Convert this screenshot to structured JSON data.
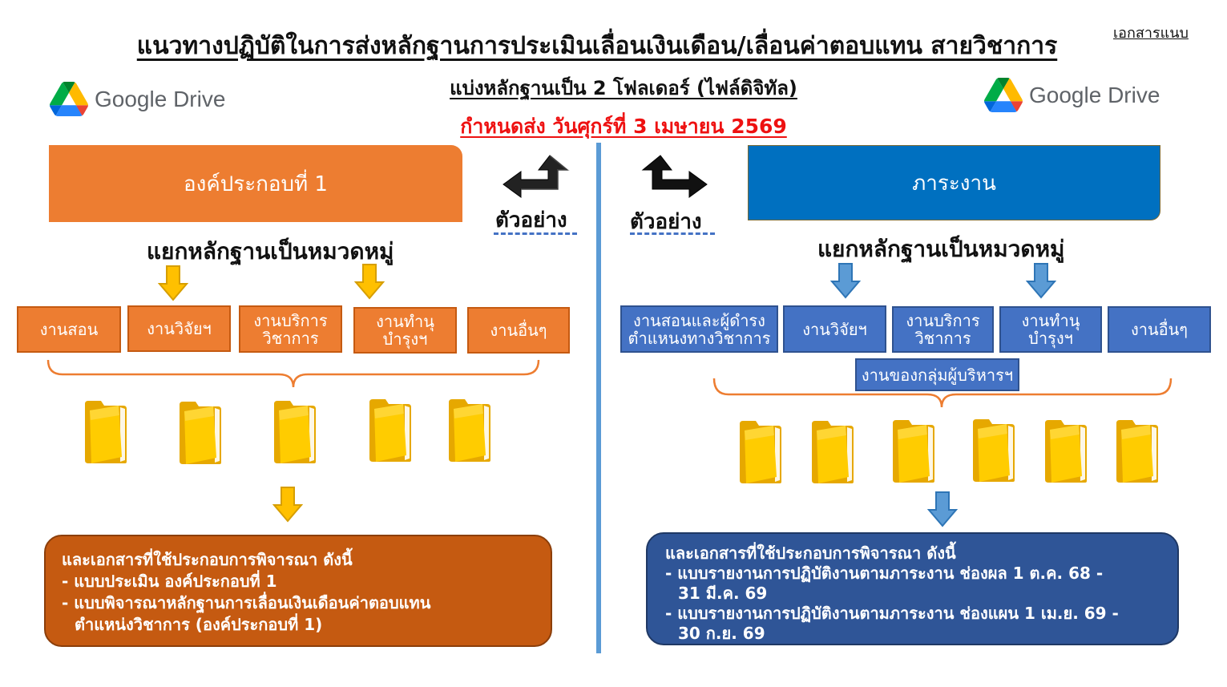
{
  "header": {
    "title": "แนวทางปฏิบัติในการส่งหลักฐานการประเมินเลื่อนเงินเดือน/เลื่อนค่าตอบแทน สายวิชาการ",
    "attachment_label": "เอกสารแนบ",
    "subtitle": "แบ่งหลักฐานเป็น 2 โฟลเดอร์ (ไฟล์ดิจิทัล)",
    "deadline": "กำหนดส่ง วันศุกร์ที่ 3 เมษายน 2569"
  },
  "logos": {
    "google_drive_text": "Google Drive",
    "icon": "google-drive-icon"
  },
  "colors": {
    "orange": "#ed7d31",
    "dark_orange": "#c55a11",
    "blue": "#0070c0",
    "box_blue": "#4472c4",
    "navy": "#2f5597",
    "red": "#ee1111",
    "yellow": "#ffcc00",
    "divider": "#5b9bd5"
  },
  "left": {
    "header": "องค์ประกอบที่ 1",
    "example_label": "ตัวอย่าง",
    "category_heading": "แยกหลักฐานเป็นหมวดหมู่",
    "categories": [
      {
        "label": "งานสอน"
      },
      {
        "label": "งานวิจัยฯ"
      },
      {
        "label": "งานบริการ\nวิชาการ"
      },
      {
        "label": "งานทำนุ\nบำรุงฯ"
      },
      {
        "label": "งานอื่นๆ"
      }
    ],
    "folder_count": 5,
    "panel": {
      "intro": "และเอกสารที่ใช้ประกอบการพิจารณา ดังนี้",
      "item1": "- แบบประเมิน องค์ประกอบที่ 1",
      "item2a": "- แบบพิจารณาหลักฐานการเลื่อนเงินเดือนค่าตอบแทน",
      "item2b": "ตำแหน่งวิชาการ (องค์ประกอบที่ 1)"
    }
  },
  "right": {
    "header": "ภาระงาน",
    "example_label": "ตัวอย่าง",
    "category_heading": "แยกหลักฐานเป็นหมวดหมู่",
    "categories": [
      {
        "label": "งานสอนและผู้ดำรง\nตำแหนงทางวิชาการ"
      },
      {
        "label": "งานวิจัยฯ"
      },
      {
        "label": "งานบริการ\nวิชาการ"
      },
      {
        "label": "งานทำนุ\nบำรุงฯ"
      },
      {
        "label": "งานอื่นๆ"
      }
    ],
    "extra_category": "งานของกลุ่มผู้บริหารฯ",
    "folder_count": 6,
    "panel": {
      "intro": "และเอกสารที่ใช้ประกอบการพิจารณา ดังนี้",
      "item1a": "- แบบรายงานการปฏิบัติงานตามภาระงาน ช่องผล 1 ต.ค. 68 -",
      "item1b": "31 มี.ค. 69",
      "item2a": "- แบบรายงานการปฏิบัติงานตามภาระงาน ช่องแผน 1 เม.ย. 69 -",
      "item2b": "30 ก.ย. 69"
    }
  }
}
